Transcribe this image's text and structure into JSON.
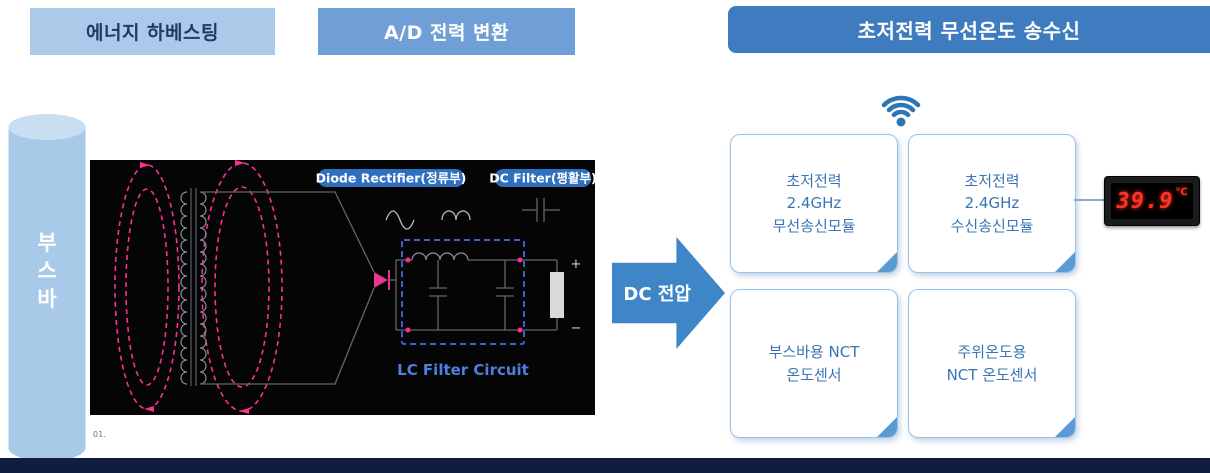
{
  "headers": [
    {
      "label": "에너지 하베스팅"
    },
    {
      "label": "A/D 전력 변환"
    },
    {
      "label": "초저전력 무선온도 송수신"
    }
  ],
  "busbar": {
    "label": "부스바",
    "chars": [
      "부",
      "스",
      "바"
    ]
  },
  "circuit": {
    "rectifier_label": "Diode Rectifier(정류부)",
    "filter_label": "DC Filter(평활부)",
    "filter_caption": "LC Filter Circuit",
    "figure_number": "01.",
    "load_plus": "+",
    "load_minus": "−"
  },
  "dc_arrow": {
    "label": "DC 전압"
  },
  "modules": [
    {
      "label": "초저전력\n2.4GHz\n무선송신모듈"
    },
    {
      "label": "초저전력\n2.4GHz\n수신송신모듈"
    },
    {
      "label": "부스바용 NCT\n온도센서"
    },
    {
      "label": "주위온도용\nNCT 온도센서"
    }
  ],
  "display": {
    "value": "39.9",
    "unit": "℃"
  },
  "colors": {
    "header_light": "#abc9e8",
    "header_mid": "#6f9fd6",
    "header_dark": "#3e7cbf",
    "module_text": "#3a74b4",
    "module_border": "#9cc2e5",
    "fold_blue": "#5b9bd5",
    "flux_pink": "#ff2f92",
    "filter_dash_blue": "#3f5fd0",
    "arrow_blue": "#3e86c8",
    "display_red": "#ff3226",
    "footer_navy": "#111d3e",
    "cylinder_blue": "#a9c9e8"
  }
}
